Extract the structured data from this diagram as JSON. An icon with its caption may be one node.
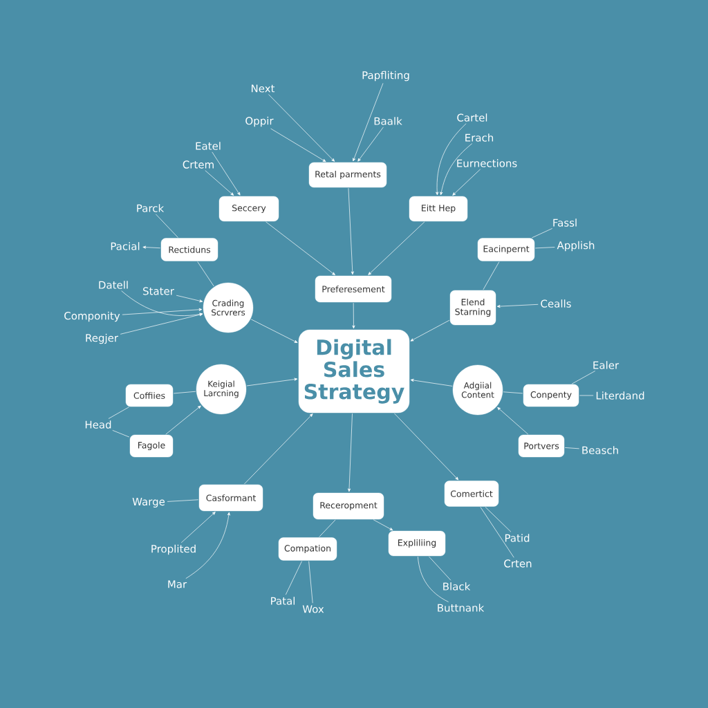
{
  "diagram": {
    "nodes": [
      {
        "text": [
          "Digital Sales Strategy"
        ]
      },
      {
        "text": [
          "Preferesement"
        ]
      },
      {
        "text": [
          "Retal parments"
        ]
      },
      {
        "text": [
          "Seccery"
        ]
      },
      {
        "text": [
          "Eitt Hep"
        ]
      },
      {
        "text": [
          "Rectiduns"
        ]
      },
      {
        "text": [
          "Crading Scrvrers"
        ]
      },
      {
        "text": [
          "Eacinpernt"
        ]
      },
      {
        "text": [
          "Elend Starning"
        ]
      },
      {
        "text": [
          "Keigial Larcning"
        ]
      },
      {
        "text": [
          "Coffiies"
        ]
      },
      {
        "text": [
          "Fagole"
        ]
      },
      {
        "text": [
          "Adgiial Content"
        ]
      },
      {
        "text": [
          "Conpenty"
        ]
      },
      {
        "text": [
          "Portvers"
        ]
      },
      {
        "text": [
          "Casformant"
        ]
      },
      {
        "text": [
          "Receropment"
        ]
      },
      {
        "text": [
          "Compation"
        ]
      },
      {
        "text": [
          "Expliliing"
        ]
      },
      {
        "text": [
          "Comertict"
        ]
      },
      {
        "text": [
          "Next"
        ]
      },
      {
        "text": [
          "Oppir"
        ]
      },
      {
        "text": [
          "Papfliting"
        ]
      },
      {
        "text": [
          "Baalk"
        ]
      },
      {
        "text": [
          "Eatel"
        ]
      },
      {
        "text": [
          "Crtem"
        ]
      },
      {
        "text": [
          "Cartel"
        ]
      },
      {
        "text": [
          "Erach"
        ]
      },
      {
        "text": [
          "Eurnections"
        ]
      },
      {
        "text": [
          "Parck"
        ]
      },
      {
        "text": [
          "Pacial"
        ]
      },
      {
        "text": [
          "Fassl"
        ]
      },
      {
        "text": [
          "Applish"
        ]
      },
      {
        "text": [
          "Datell"
        ]
      },
      {
        "text": [
          "Stater"
        ]
      },
      {
        "text": [
          "Componity"
        ]
      },
      {
        "text": [
          "Regjer"
        ]
      },
      {
        "text": [
          "Cealls"
        ]
      },
      {
        "text": [
          "Head"
        ]
      },
      {
        "text": [
          "Ealer"
        ]
      },
      {
        "text": [
          "Literdand"
        ]
      },
      {
        "text": [
          "Beasch"
        ]
      },
      {
        "text": [
          "Warge"
        ]
      },
      {
        "text": [
          "Proplited"
        ]
      },
      {
        "text": [
          "Mar"
        ]
      },
      {
        "text": [
          "Patid"
        ]
      },
      {
        "text": [
          "Crten"
        ]
      },
      {
        "text": [
          "Patal"
        ]
      },
      {
        "text": [
          "Wox"
        ]
      },
      {
        "text": [
          "Black"
        ]
      },
      {
        "text": [
          "Buttnank"
        ]
      }
    ],
    "edges": [
      {
        "from": 1,
        "to": 0,
        "arrow": "to"
      },
      {
        "from": 2,
        "to": 1,
        "arrow": "to"
      },
      {
        "from": 3,
        "to": 1,
        "arrow": "to"
      },
      {
        "from": 4,
        "to": 1,
        "arrow": "to"
      },
      {
        "from": 6,
        "to": 0,
        "arrow": "to"
      },
      {
        "from": 8,
        "to": 0,
        "arrow": "to"
      },
      {
        "from": 9,
        "to": 0,
        "arrow": "to"
      },
      {
        "from": 12,
        "to": 0,
        "arrow": "to"
      },
      {
        "from": 15,
        "to": 0,
        "arrow": "to"
      },
      {
        "from": 0,
        "to": 16,
        "arrow": "to"
      },
      {
        "from": 0,
        "to": 19,
        "arrow": "to"
      },
      {
        "from": 16,
        "to": 18,
        "arrow": "to"
      },
      {
        "from": 16,
        "to": 17,
        "arrow": "none"
      },
      {
        "from": 5,
        "to": 6,
        "arrow": "none"
      },
      {
        "from": 7,
        "to": 8,
        "arrow": "none"
      },
      {
        "from": 10,
        "to": 9,
        "arrow": "none"
      },
      {
        "from": 11,
        "to": 9,
        "arrow": "to"
      },
      {
        "from": 13,
        "to": 12,
        "arrow": "none"
      },
      {
        "from": 14,
        "to": 12,
        "arrow": "to"
      },
      {
        "from": 20,
        "to": 2,
        "arrow": "to"
      },
      {
        "from": 21,
        "to": 2,
        "arrow": "to"
      },
      {
        "from": 22,
        "to": 2,
        "arrow": "to"
      },
      {
        "from": 23,
        "to": 2,
        "arrow": "to"
      },
      {
        "from": 24,
        "to": 3,
        "arrow": "to"
      },
      {
        "from": 25,
        "to": 3,
        "arrow": "to"
      },
      {
        "from": 26,
        "to": 4,
        "arrow": "to"
      },
      {
        "from": 27,
        "to": 4,
        "arrow": "to"
      },
      {
        "from": 28,
        "to": 4,
        "arrow": "to"
      },
      {
        "from": 29,
        "to": 5,
        "arrow": "none"
      },
      {
        "from": 5,
        "to": 30,
        "arrow": "to"
      },
      {
        "from": 7,
        "to": 31,
        "arrow": "none"
      },
      {
        "from": 7,
        "to": 32,
        "arrow": "none"
      },
      {
        "from": 33,
        "to": 6,
        "arrow": "to"
      },
      {
        "from": 34,
        "to": 6,
        "arrow": "to"
      },
      {
        "from": 35,
        "to": 6,
        "arrow": "to"
      },
      {
        "from": 36,
        "to": 6,
        "arrow": "to"
      },
      {
        "from": 37,
        "to": 8,
        "arrow": "to"
      },
      {
        "from": 38,
        "to": 10,
        "arrow": "none"
      },
      {
        "from": 38,
        "to": 11,
        "arrow": "none"
      },
      {
        "from": 13,
        "to": 39,
        "arrow": "none"
      },
      {
        "from": 13,
        "to": 40,
        "arrow": "none"
      },
      {
        "from": 14,
        "to": 41,
        "arrow": "none"
      },
      {
        "from": 42,
        "to": 15,
        "arrow": "none"
      },
      {
        "from": 43,
        "to": 15,
        "arrow": "to"
      },
      {
        "from": 44,
        "to": 15,
        "arrow": "to"
      },
      {
        "from": 19,
        "to": 45,
        "arrow": "none"
      },
      {
        "from": 19,
        "to": 46,
        "arrow": "none"
      },
      {
        "from": 17,
        "to": 47,
        "arrow": "none"
      },
      {
        "from": 17,
        "to": 48,
        "arrow": "none"
      },
      {
        "from": 18,
        "to": 49,
        "arrow": "none"
      },
      {
        "from": 18,
        "to": 50,
        "arrow": "none"
      }
    ]
  }
}
